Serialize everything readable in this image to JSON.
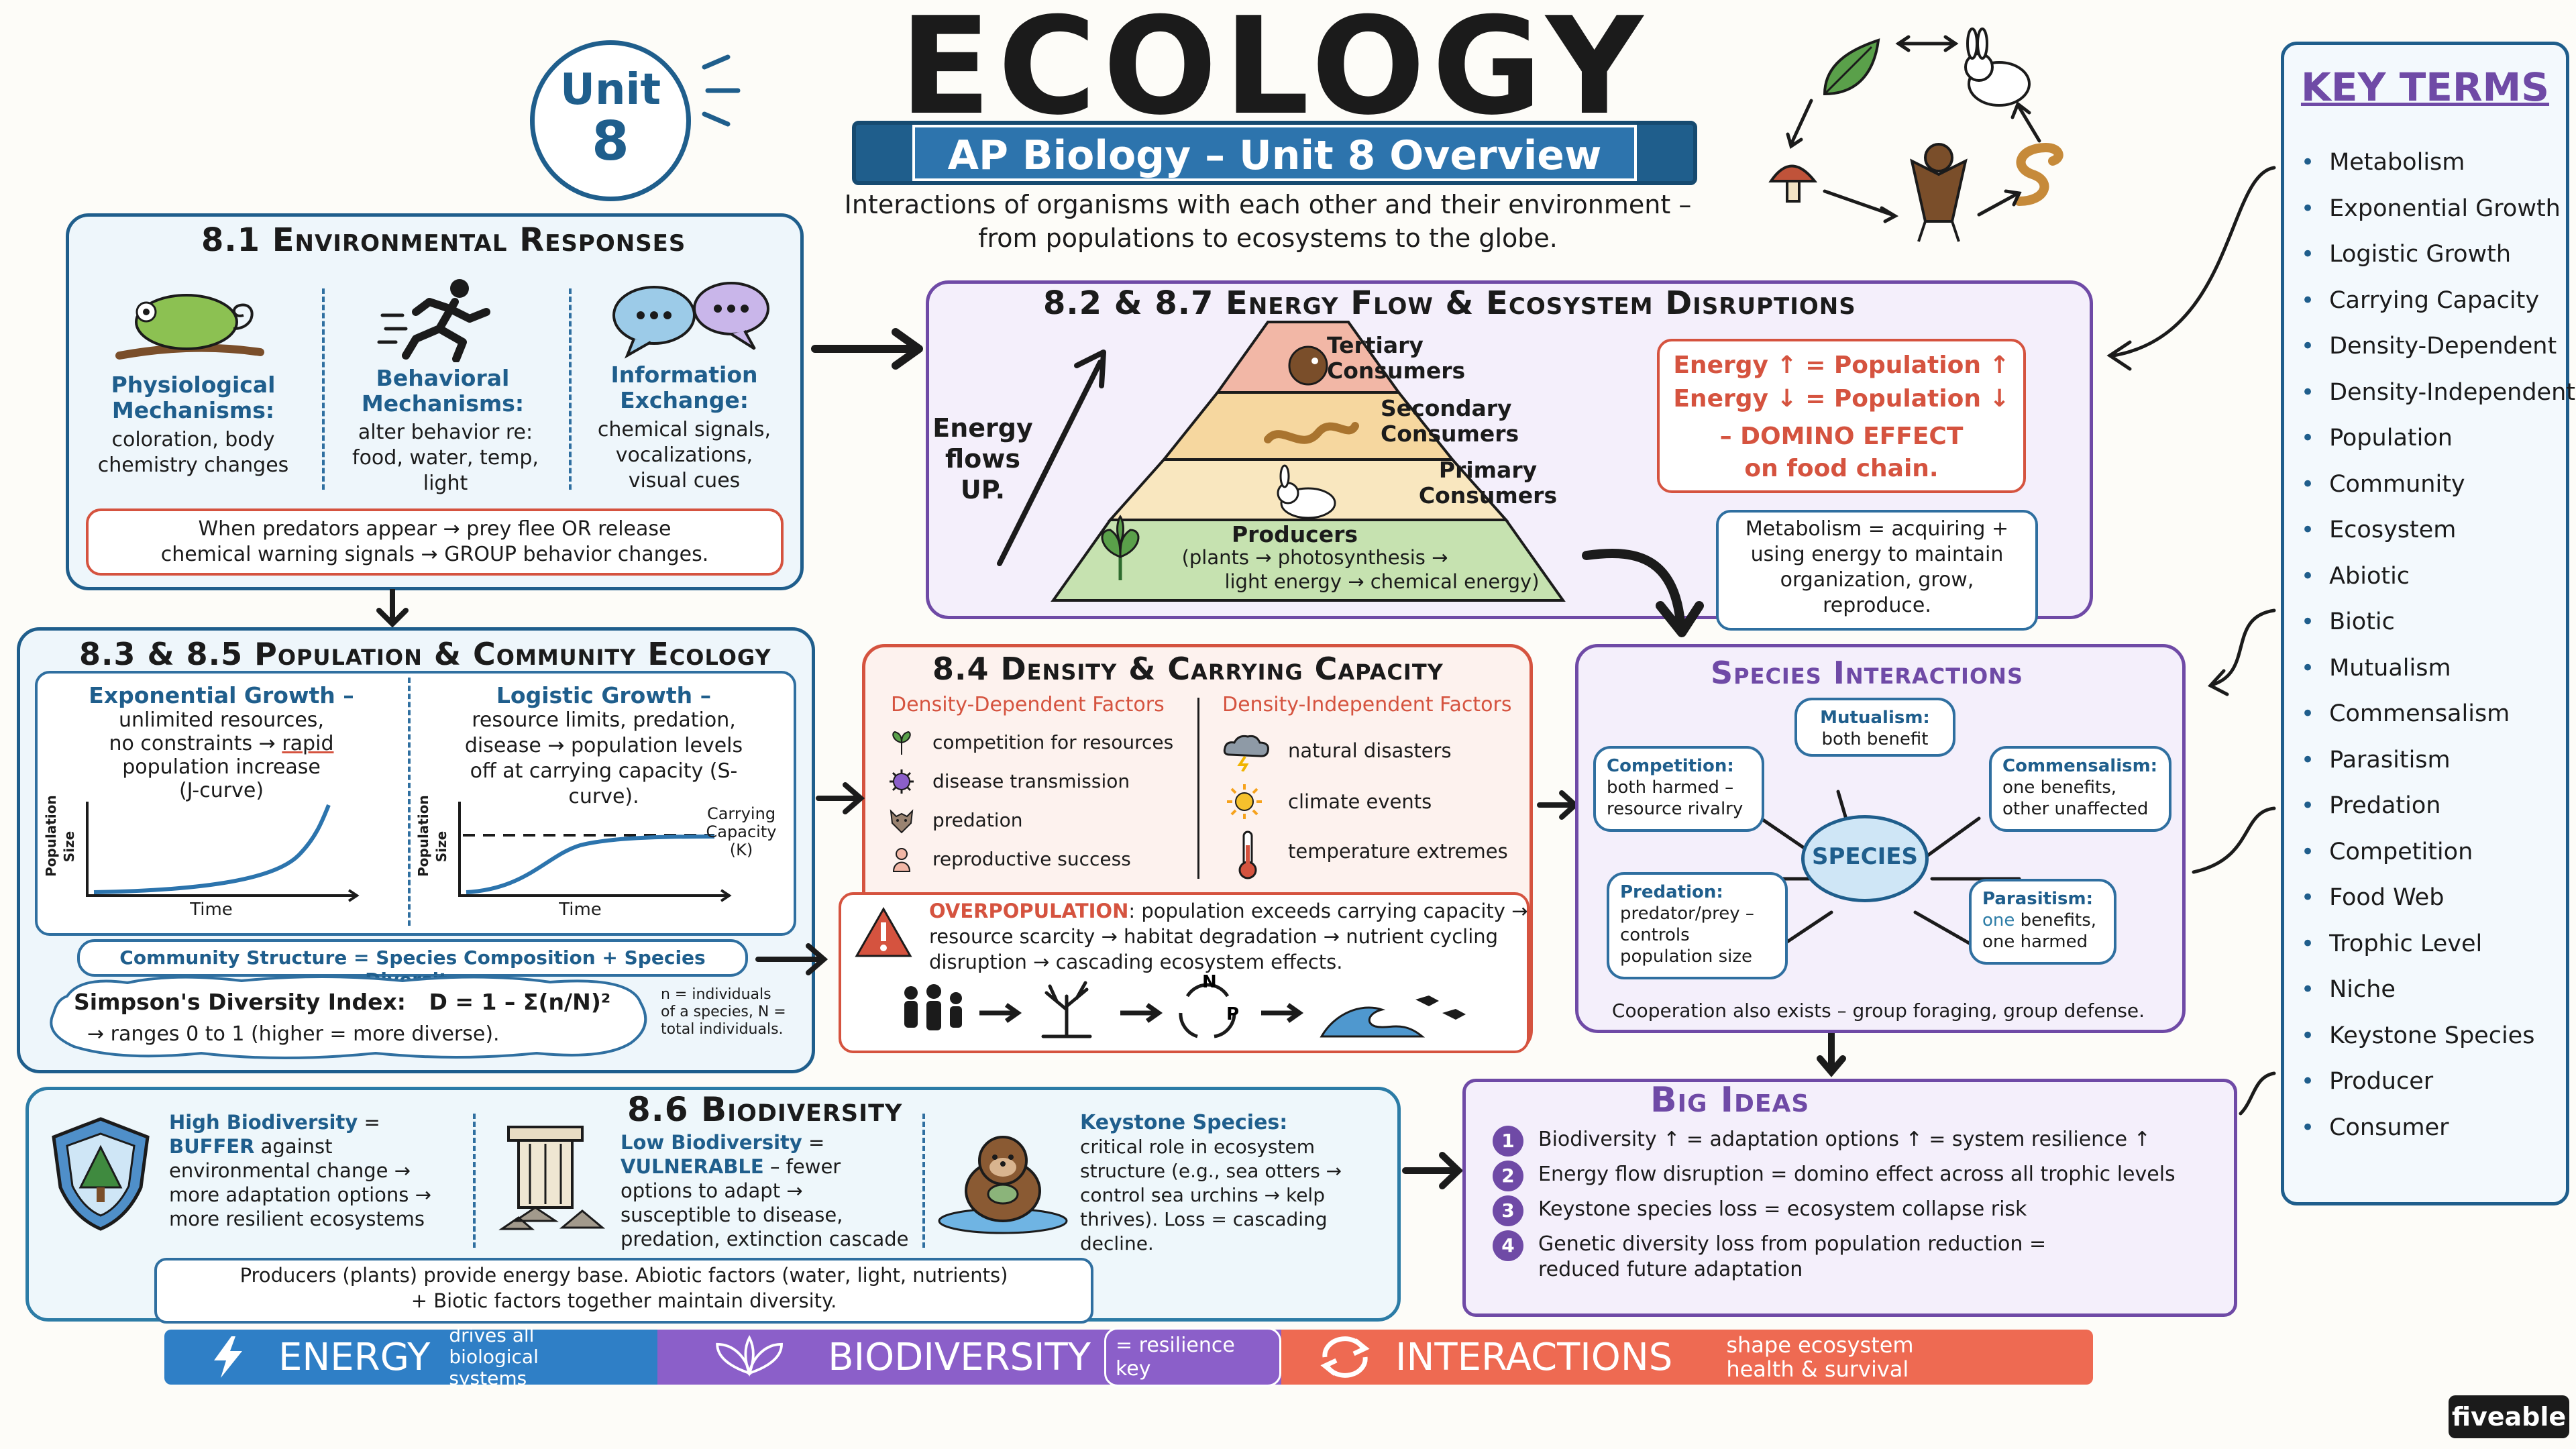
{
  "header": {
    "unit_word": "Unit",
    "unit_number": "8",
    "title": "ECOLOGY",
    "subtitle": "AP Biology – Unit 8 Overview",
    "intro_line1": "Interactions of organisms with each other and their environment –",
    "intro_line2": "from populations to ecosystems to the globe."
  },
  "env": {
    "title": "8.1 Environmental Responses",
    "col1_title": "Physiological Mechanisms:",
    "col1_text": "coloration, body chemistry changes",
    "col2_title": "Behavioral Mechanisms:",
    "col2_text": "alter behavior re: food, water, temp, light",
    "col3_title": "Information Exchange:",
    "col3_text": "chemical signals, vocalizations, visual cues",
    "note_line1": "When predators appear → prey flee OR release",
    "note_line2": "chemical warning signals → GROUP behavior changes."
  },
  "energy": {
    "title": "8.2 & 8.7 Energy Flow & Ecosystem Disruptions",
    "flow_label": "Energy flows UP.",
    "tertiary": "Tertiary Consumers",
    "secondary": "Secondary Consumers",
    "primary": "Primary Consumers",
    "producers": "Producers",
    "producers_detail1": "(plants → photosynthesis →",
    "producers_detail2": "light energy → chemical energy)",
    "domino_line1": "Energy ↑ = Population ↑",
    "domino_line2": "Energy ↓ = Population ↓",
    "domino_line3": "– DOMINO EFFECT",
    "domino_line4": "on food chain.",
    "metabolism_note": "Metabolism = acquiring + using energy to maintain organization, grow, reproduce."
  },
  "population": {
    "title": "8.3 & 8.5 Population & Community Ecology",
    "exp_title": "Exponential Growth –",
    "exp_text1": "unlimited resources,",
    "exp_text2": "no constraints →",
    "exp_rapid": "rapid",
    "exp_text3": "population increase",
    "exp_text4": "(J-curve)",
    "log_title": "Logistic Growth –",
    "log_text": "resource limits, predation, disease → population levels off at carrying capacity (S-curve).",
    "y_axis": "Population Size",
    "x_axis": "Time",
    "carrying_label": "Carrying Capacity (K)",
    "community": "Community Structure = Species Composition + Species Diversity",
    "simpson_line1": "Simpson's Diversity Index:   D = 1 – Σ(n/N)²",
    "simpson_line2": "→ ranges 0 to 1 (higher = more diverse).",
    "simpson_note": "n = individuals of a species, N = total individuals."
  },
  "density": {
    "title": "8.4 Density & Carrying Capacity",
    "dd_header": "Density-Dependent Factors",
    "di_header": "Density-Independent Factors",
    "dd_items": [
      "competition for resources",
      "disease transmission",
      "predation",
      "reproductive success"
    ],
    "di_items": [
      "natural disasters",
      "climate events",
      "temperature extremes"
    ],
    "over_label": "OVERPOPULATION",
    "over_text1": ": population exceeds carrying capacity →",
    "over_text2": "resource scarcity → habitat degradation → nutrient cycling",
    "over_text3": "disruption → cascading ecosystem effects.",
    "cycle_n": "N",
    "cycle_p": "P"
  },
  "species": {
    "title": "Species Interactions",
    "center": "SPECIES",
    "mutualism_title": "Mutualism:",
    "mutualism_text": "both benefit",
    "competition_title": "Competition:",
    "competition_text": "both harmed – resource rivalry",
    "commensalism_title": "Commensalism:",
    "commensalism_text": "one benefits, other unaffected",
    "predation_title": "Predation:",
    "predation_text": "predator/prey – controls population size",
    "parasitism_title": "Parasitism:",
    "parasitism_one": "one",
    "parasitism_text1": "benefits,",
    "parasitism_text2": "one harmed",
    "footer": "Cooperation also exists – group foraging, group defense."
  },
  "biodiversity": {
    "title": "8.6 Biodiversity",
    "high_title": "High Biodiversity",
    "high_eq": "=",
    "high_buffer": "BUFFER",
    "high_text": "against environmental change → more adaptation options → more resilient ecosystems",
    "low_title": "Low Biodiversity",
    "low_eq": "=",
    "low_vuln": "VULNERABLE",
    "low_text": "– fewer options to adapt → susceptible to disease, predation, extinction cascade",
    "key_title": "Keystone Species:",
    "key_text": "critical role in ecosystem structure (e.g., sea otters → control sea urchins → kelp thrives). Loss = cascading decline.",
    "note_line1": "Producers (plants) provide energy base. Abiotic factors (water, light, nutrients)",
    "note_line2": "+ Biotic factors together maintain diversity."
  },
  "big_ideas": {
    "title": "Big Ideas",
    "items": [
      {
        "n": "1",
        "text": "Biodiversity ↑ = adaptation options ↑ = system resilience ↑"
      },
      {
        "n": "2",
        "text": "Energy flow disruption = domino effect across all trophic levels"
      },
      {
        "n": "3",
        "text": "Keystone species loss = ecosystem collapse risk"
      },
      {
        "n": "4",
        "text": "Genetic diversity loss from population reduction = reduced future adaptation"
      }
    ]
  },
  "key_terms": {
    "title": "Key Terms",
    "items": [
      "Metabolism",
      "Exponential Growth",
      "Logistic Growth",
      "Carrying Capacity",
      "Density-Dependent",
      "Density-Independent",
      "Population",
      "Community",
      "Ecosystem",
      "Abiotic",
      "Biotic",
      "Mutualism",
      "Commensalism",
      "Parasitism",
      "Predation",
      "Competition",
      "Food Web",
      "Trophic Level",
      "Niche",
      "Keystone Species",
      "Producer",
      "Consumer"
    ]
  },
  "banners": {
    "energy_big": "ENERGY",
    "energy_small": "drives all biological systems",
    "bio_big": "BIODIVERSITY",
    "bio_small": "= resilience key",
    "inter_big": "INTERACTIONS",
    "inter_small": "shape ecosystem health & survival"
  },
  "brand": "fiveable",
  "colors": {
    "blue": "#1f5e8c",
    "purple": "#6f4aa6",
    "red": "#d5533f",
    "banner_blue": "#2f7fc6",
    "banner_purple": "#8b5fc9",
    "banner_red": "#ee6a52"
  }
}
